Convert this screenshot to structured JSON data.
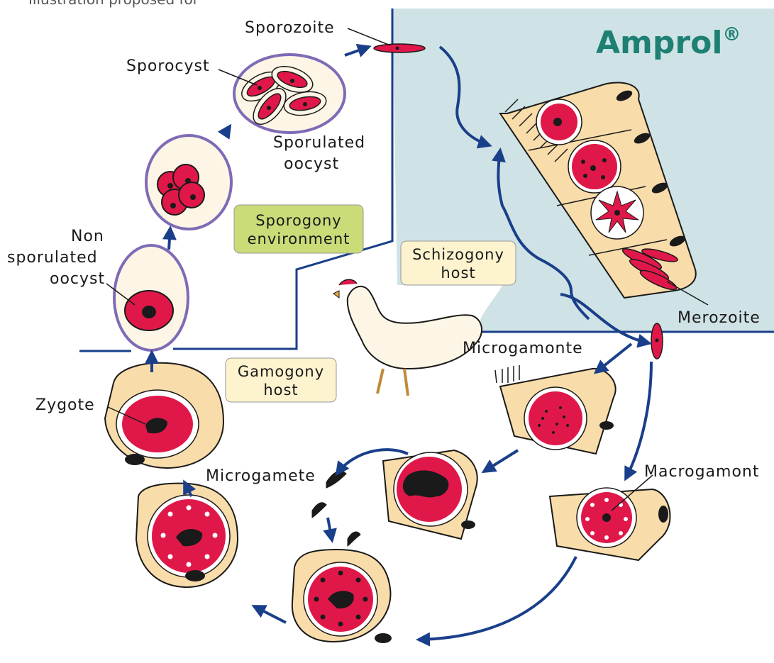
{
  "header": {
    "clipped_text": "Illustration proposed for"
  },
  "brand": {
    "name": "Amprol",
    "mark": "®",
    "color": "#1e7f73"
  },
  "labels": {
    "sporozoite": "Sporozoite",
    "sporocyst": "Sporocyst",
    "sporulated_1": "Sporulated",
    "sporulated_2": "oocyst",
    "non_1": "Non",
    "non_2": "sporulated",
    "non_3": "oocyst",
    "merozoite": "Merozoite",
    "microgamonte": "Microgamonte",
    "macrogamont": "Macrogamont",
    "microgamete": "Microgamete",
    "zygote": "Zygote"
  },
  "boxes": {
    "sporogony": {
      "line1": "Sporogony",
      "line2": "environment",
      "color": "#c9dc78"
    },
    "schizogony": {
      "line1": "Schizogony",
      "line2": "host",
      "color": "#fdf3cf"
    },
    "gamogony": {
      "line1": "Gamogony",
      "line2": "host",
      "color": "#fdf3cf"
    }
  },
  "colors": {
    "host_region": "#cfe3e6",
    "arrow": "#1a3f8a",
    "parasite": "#e0184a",
    "cell": "#f8dcaa",
    "oocyst_wall": "#7f6bb5",
    "oocyst_fill": "#fdf6e6",
    "nucleus": "#1a1a1a"
  }
}
